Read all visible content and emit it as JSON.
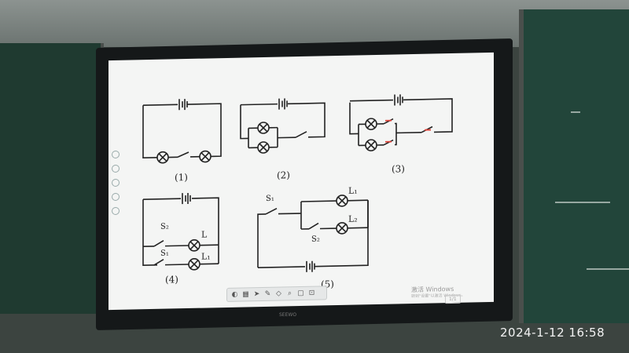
{
  "screen": {
    "labels": {
      "d1": "(1)",
      "d2": "(2)",
      "d3": "(3)",
      "d4": "(4)",
      "d5": "(5)",
      "s1": "S₁",
      "s2": "S₂",
      "s1b": "S₁",
      "s2b": "S₂",
      "L": "L",
      "L1": "L₁",
      "L1b": "L₁",
      "L2": "L₂"
    },
    "windows_line1": "激活 Windows",
    "windows_line2": "转到\"设置\"以激活 Windows。",
    "page_indicator": "1/1"
  },
  "toolbar": {
    "icons": [
      "home-icon",
      "grid-icon",
      "pointer-icon",
      "pen-icon",
      "eraser-icon",
      "zoom-icon",
      "comment-icon",
      "present-icon"
    ]
  },
  "camera": {
    "timestamp": "2024-1-12 16:58"
  },
  "brand": "SEEWO"
}
